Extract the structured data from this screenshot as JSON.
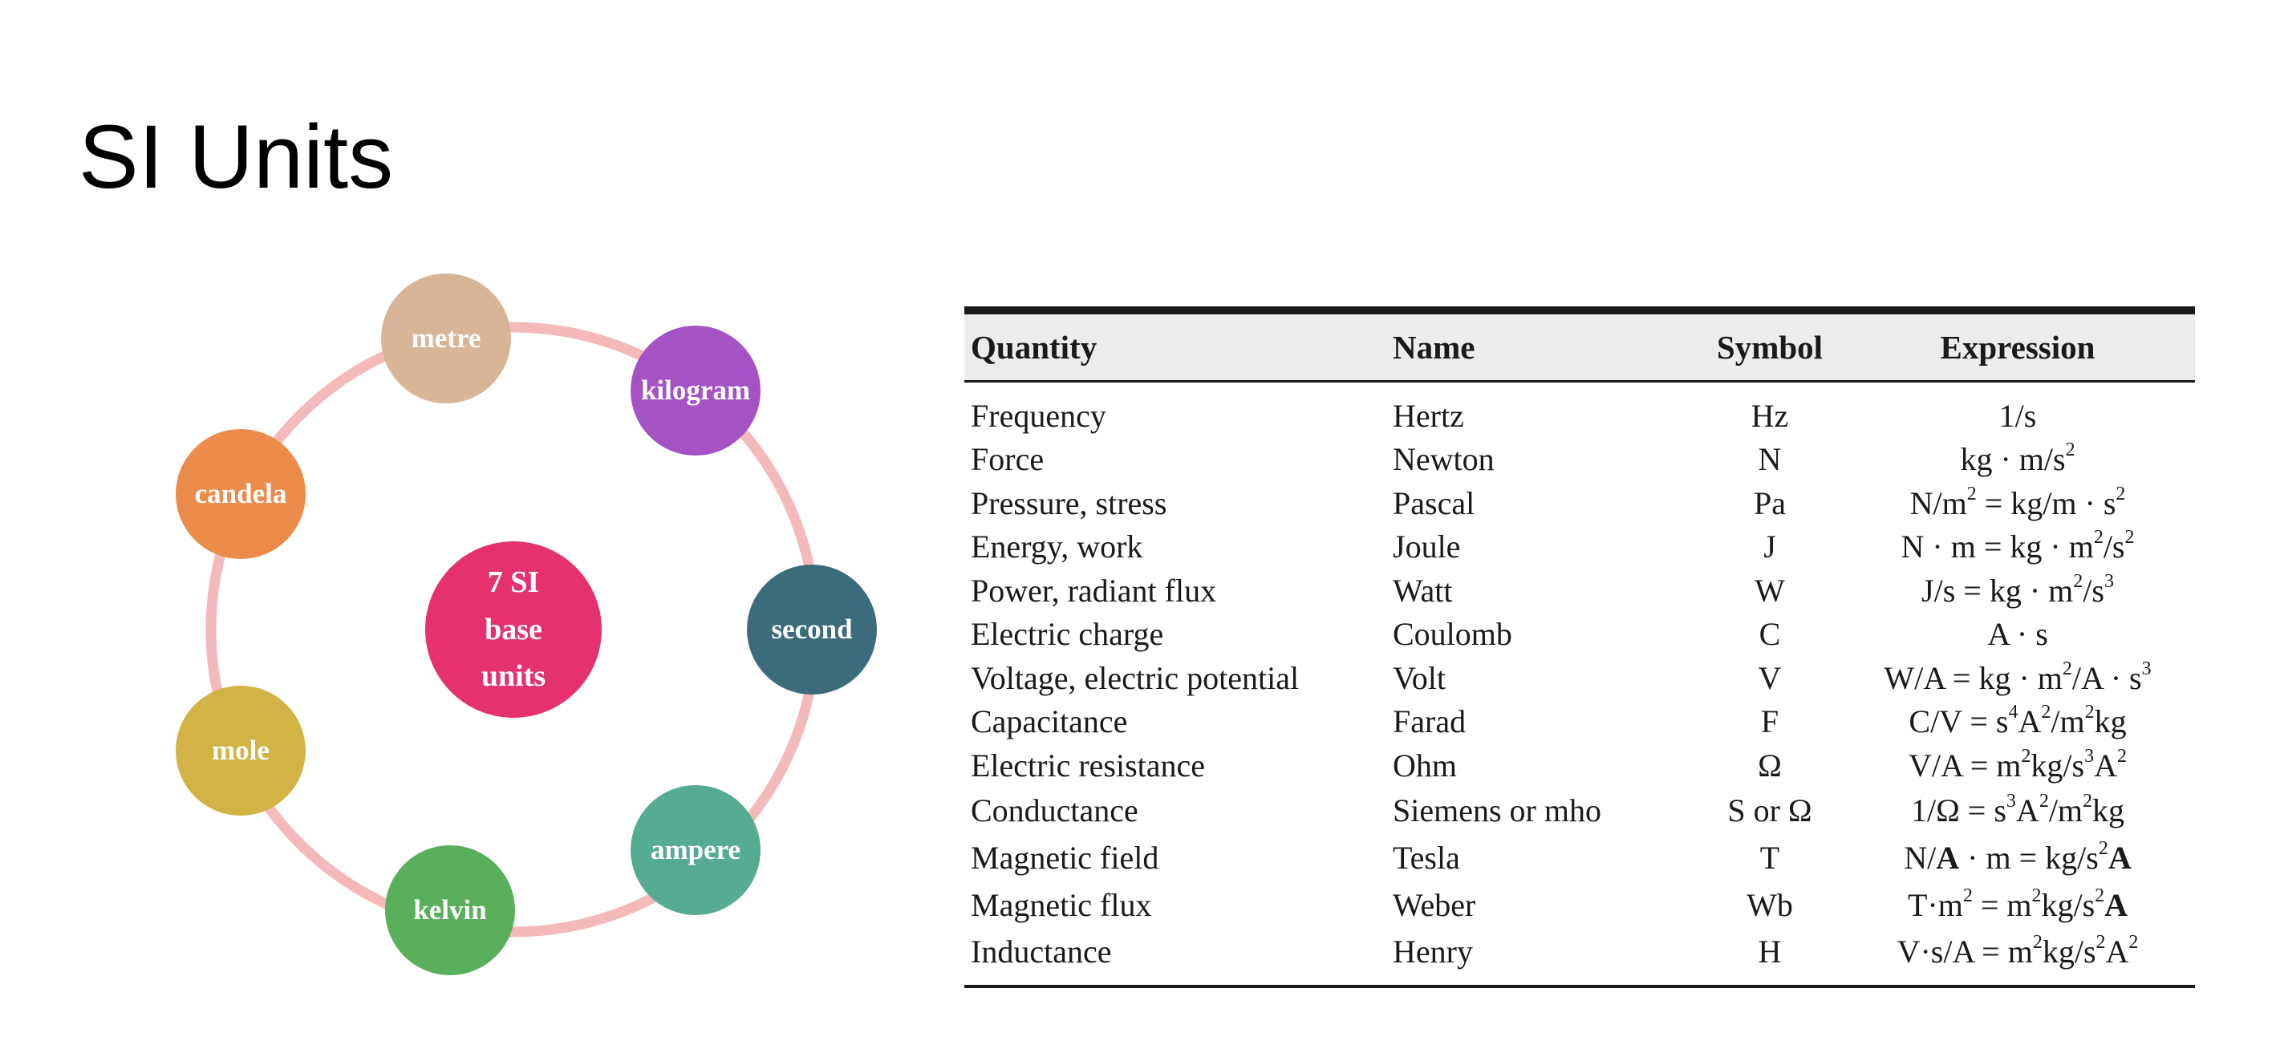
{
  "slide": {
    "title": "SI Units"
  },
  "diagram": {
    "center_label": "7 SI\nbase\nunits",
    "center_color": "#e5326f",
    "ring_color": "#f4b9bb",
    "units": [
      {
        "label": "metre",
        "color": "#d9b597"
      },
      {
        "label": "kilogram",
        "color": "#a452c4"
      },
      {
        "label": "second",
        "color": "#3c6c7c"
      },
      {
        "label": "ampere",
        "color": "#56ab93"
      },
      {
        "label": "kelvin",
        "color": "#59af5b"
      },
      {
        "label": "mole",
        "color": "#d1b445"
      },
      {
        "label": "candela",
        "color": "#ec8c4b"
      }
    ]
  },
  "table": {
    "headers": [
      "Quantity",
      "Name",
      "Symbol",
      "Expression"
    ],
    "rows": [
      {
        "quantity": "Frequency",
        "name": "Hertz",
        "symbol": "Hz",
        "expression": "1/s"
      },
      {
        "quantity": "Force",
        "name": "Newton",
        "symbol": "N",
        "expression": "kg · m/s^2"
      },
      {
        "quantity": "Pressure, stress",
        "name": "Pascal",
        "symbol": "Pa",
        "expression": "N/m^2 = kg/m · s^2"
      },
      {
        "quantity": "Energy, work",
        "name": "Joule",
        "symbol": "J",
        "expression": "N · m = kg · m^2/s^2"
      },
      {
        "quantity": "Power, radiant flux",
        "name": "Watt",
        "symbol": "W",
        "expression": "J/s = kg · m^2/s^3"
      },
      {
        "quantity": "Electric charge",
        "name": "Coulomb",
        "symbol": "C",
        "expression": "A · s"
      },
      {
        "quantity": "Voltage, electric potential",
        "name": "Volt",
        "symbol": "V",
        "expression": "W/A = kg · m^2/A · s^3"
      },
      {
        "quantity": "Capacitance",
        "name": "Farad",
        "symbol": "F",
        "expression": "C/V = s^4A^2/m^2kg"
      },
      {
        "quantity": "Electric resistance",
        "name": "Ohm",
        "symbol": "Ω",
        "expression": "V/A = m^2kg/s^3A^2"
      },
      {
        "quantity": "Conductance",
        "name": "Siemens or mho",
        "symbol": "S or Ω",
        "expression": "1/Ω = s^3A^2/m^2kg"
      },
      {
        "quantity": "Magnetic field",
        "name": "Tesla",
        "symbol": "T",
        "expression": "N/**A** · m = kg/s^2**A**"
      },
      {
        "quantity": "Magnetic flux",
        "name": "Weber",
        "symbol": "Wb",
        "expression": "T·m^2 = m^2kg/s^2**A**"
      },
      {
        "quantity": "Inductance",
        "name": "Henry",
        "symbol": "H",
        "expression": "V·s/A = m^2kg/s^2A^2"
      }
    ]
  }
}
